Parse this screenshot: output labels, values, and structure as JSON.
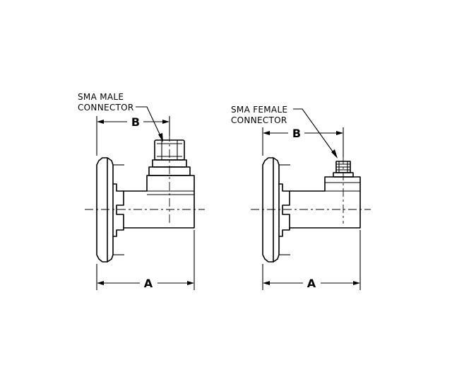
{
  "left_view": {
    "callout_line1": "SMA MALE",
    "callout_line2": "CONNECTOR",
    "dim_a": "A",
    "dim_b": "B"
  },
  "right_view": {
    "callout_line1": "SMA FEMALE",
    "callout_line2": "CONNECTOR",
    "dim_a": "A",
    "dim_b": "B"
  }
}
